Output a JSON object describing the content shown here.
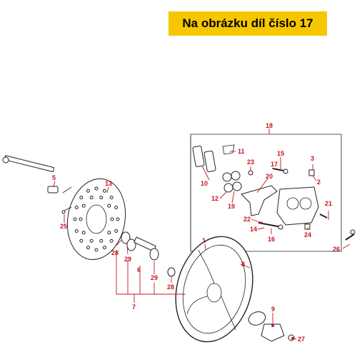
{
  "banner": {
    "text": "Na obrázku díl číslo 17",
    "color": "#f6c700"
  },
  "colors": {
    "label": "#c8141e",
    "line": "#222222"
  },
  "labels": [
    "18",
    "11",
    "15",
    "3",
    "23",
    "17",
    "10",
    "20",
    "2",
    "12",
    "19",
    "21",
    "22",
    "14",
    "16",
    "24",
    "5",
    "13",
    "25",
    "1",
    "8",
    "26",
    "28",
    "29",
    "6",
    "29",
    "28",
    "7",
    "9",
    "27"
  ]
}
